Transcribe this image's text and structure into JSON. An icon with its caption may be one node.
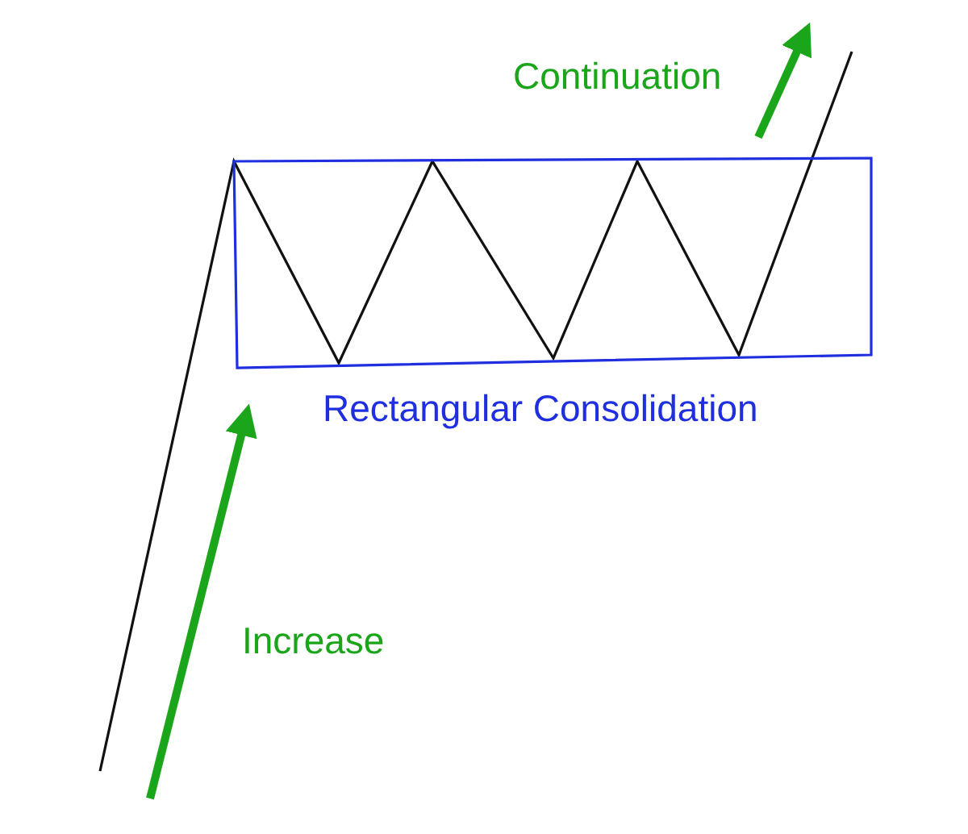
{
  "diagram": {
    "nodes": [
      {
        "text": [
          "Rectangular Consolidation"
        ]
      }
    ],
    "labels": [
      "Continuation",
      "Increase"
    ]
  }
}
